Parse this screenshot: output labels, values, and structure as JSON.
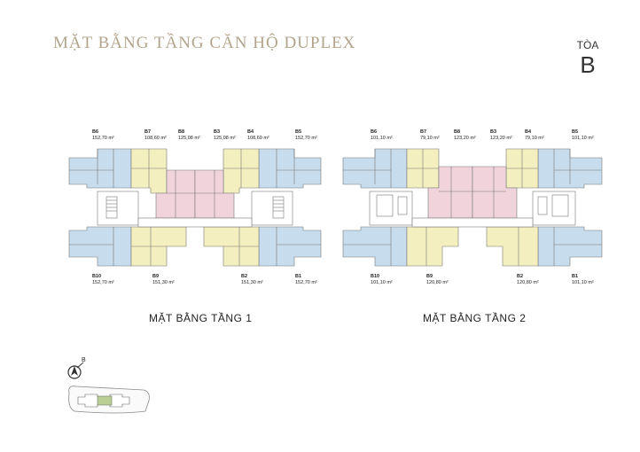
{
  "title": "MẶT BẰNG TẦNG CĂN HỘ DUPLEX",
  "tower": {
    "label": "TÒA",
    "letter": "B"
  },
  "plans": [
    {
      "name": "MẶT BẰNG TẦNG 1",
      "top_units": [
        {
          "code": "B6",
          "area": "152,70 m²"
        },
        {
          "code": "B7",
          "area": "108,60 m²"
        },
        {
          "code": "B8",
          "area": "125,08 m²"
        },
        {
          "code": "B3",
          "area": "125,08 m²"
        },
        {
          "code": "B4",
          "area": "108,60 m²"
        },
        {
          "code": "B5",
          "area": "152,70 m²"
        }
      ],
      "bottom_units": [
        {
          "code": "B10",
          "area": "152,70 m²"
        },
        {
          "code": "B9",
          "area": "151,30 m²"
        },
        {
          "code": "B2",
          "area": "151,30 m²"
        },
        {
          "code": "B1",
          "area": "152,70 m²"
        }
      ]
    },
    {
      "name": "MẶT BẰNG TẦNG 2",
      "top_units": [
        {
          "code": "B6",
          "area": "101,10 m²"
        },
        {
          "code": "B7",
          "area": "79,10 m²"
        },
        {
          "code": "B8",
          "area": "123,20 m²"
        },
        {
          "code": "B3",
          "area": "123,20 m²"
        },
        {
          "code": "B4",
          "area": "79,10 m²"
        },
        {
          "code": "B5",
          "area": "101,10 m²"
        }
      ],
      "bottom_units": [
        {
          "code": "B10",
          "area": "101,10 m²"
        },
        {
          "code": "B9",
          "area": "120,80 m²"
        },
        {
          "code": "B2",
          "area": "120,80 m²"
        },
        {
          "code": "B1",
          "area": "101,10 m²"
        }
      ]
    }
  ],
  "compass_label": "B",
  "colors": {
    "blue": "#c7dcec",
    "yellow": "#f3efbf",
    "pink": "#f1d3dc",
    "title": "#b3a48c",
    "site_green": "#b9cf93"
  }
}
